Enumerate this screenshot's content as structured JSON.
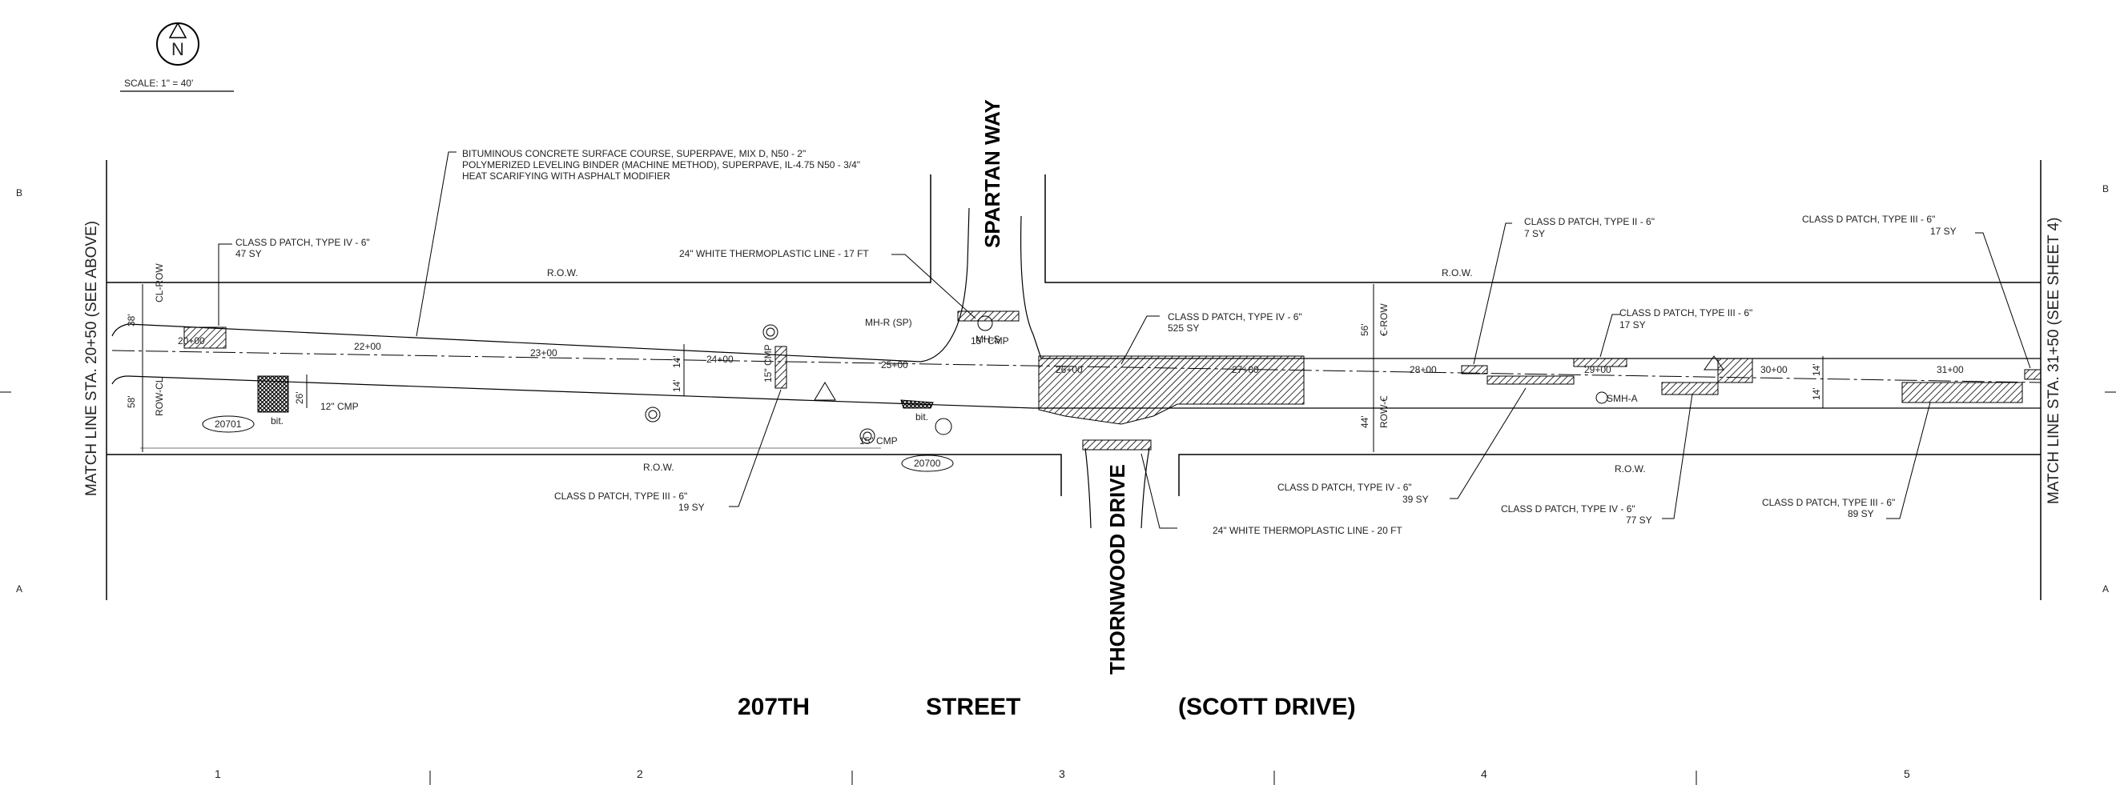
{
  "scale": "SCALE: 1\" = 40'",
  "north_arrow": {
    "letter": "N",
    "icon": "north-arrow-icon"
  },
  "grid": {
    "row_b": "B",
    "row_a": "A",
    "columns": [
      "1",
      "2",
      "3",
      "4",
      "5"
    ]
  },
  "match_lines": {
    "left": "MATCH LINE STA. 20+50 (SEE ABOVE)",
    "right": "MATCH LINE STA. 31+50 (SEE SHEET 4)"
  },
  "streets": {
    "north": "SPARTAN WAY",
    "south": "THORNWOOD DRIVE",
    "main_1": "207TH",
    "main_2": "STREET",
    "main_3": "(SCOTT DRIVE)"
  },
  "row_labels": {
    "row": "R.O.W.",
    "cl_row": "CL-ROW",
    "row_cl": "ROW-CL",
    "cl_row_r": "Ꞓ-ROW",
    "row_cl_r": "ROW-Ꞓ"
  },
  "general_note": [
    "BITUMINOUS CONCRETE SURFACE COURSE, SUPERPAVE, MIX D, N50 - 2\"",
    "POLYMERIZED LEVELING BINDER (MACHINE METHOD), SUPERPAVE, IL-4.75 N50 - 3/4\"",
    "HEAT SCARIFYING WITH ASPHALT MODIFIER"
  ],
  "callouts": {
    "p1": {
      "type": "CLASS D PATCH, TYPE IV - 6\"",
      "qty": "47 SY"
    },
    "p2": {
      "type": "CLASS D PATCH, TYPE III - 6\"",
      "qty": "19 SY"
    },
    "p3": {
      "type": "CLASS D PATCH, TYPE IV - 6\"",
      "qty": "525 SY"
    },
    "p4": {
      "type": "CLASS D PATCH, TYPE II - 6\"",
      "qty": "7 SY"
    },
    "p5": {
      "type": "CLASS D PATCH, TYPE III - 6\"",
      "qty": "17 SY"
    },
    "p6": {
      "type": "CLASS D PATCH, TYPE III - 6\"",
      "qty": "17 SY"
    },
    "p7": {
      "type": "CLASS D PATCH, TYPE IV - 6\"",
      "qty": "39 SY"
    },
    "p8": {
      "type": "CLASS D PATCH, TYPE IV - 6\"",
      "qty": "77 SY"
    },
    "p9": {
      "type": "CLASS D PATCH, TYPE III - 6\"",
      "qty": "89 SY"
    },
    "wl1": "24\" WHITE THERMOPLASTIC LINE - 17 FT",
    "wl2": "24\" WHITE THERMOPLASTIC LINE - 20 FT"
  },
  "stations": [
    "20+00",
    "22+00",
    "23+00",
    "24+00",
    "25+00",
    "26+00",
    "27+00",
    "28+00",
    "29+00",
    "30+00",
    "31+00"
  ],
  "dims": {
    "d38": "38'",
    "d58": "58'",
    "d14a": "14'",
    "d14b": "14'",
    "d26": "26'",
    "d56": "56'",
    "d44": "44'",
    "d14c": "14'",
    "d14d": "14'"
  },
  "structures": {
    "mhr": "MH-R (SP)",
    "mhs": "MH-S",
    "smha": "SMH-A",
    "parcel1": "20701",
    "parcel2": "20700",
    "cmp12": "12\" CMP",
    "cmp15a": "15\" CMP",
    "cmp15b": "15\" CMP",
    "bit1": "bit.",
    "bit2": "bit.",
    "cmp15c": "15\" CMP"
  }
}
